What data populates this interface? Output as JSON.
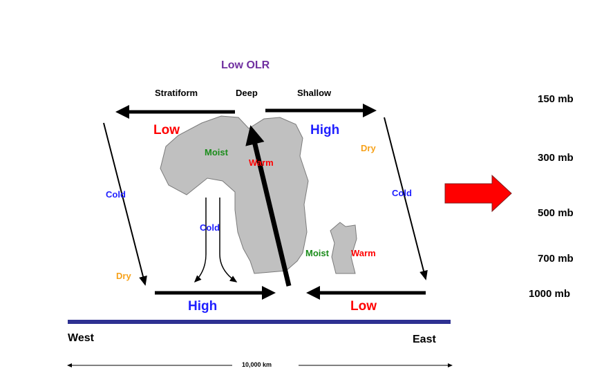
{
  "title": "Low OLR",
  "headers": {
    "stratiform": "Stratiform",
    "deep": "Deep",
    "shallow": "Shallow"
  },
  "upper": {
    "low": "Low",
    "high": "High"
  },
  "lower": {
    "high": "High",
    "low": "Low"
  },
  "cloud_labels": {
    "moist_upper": "Moist",
    "warm_upper": "Warm",
    "moist_lower": "Moist",
    "warm_lower": "Warm"
  },
  "side_labels": {
    "cold_left": "Cold",
    "cold_downdraft": "Cold",
    "cold_right": "Cold",
    "dry_left": "Dry",
    "dry_right": "Dry"
  },
  "pressure_levels": [
    "150 mb",
    "300 mb",
    "500 mb",
    "700 mb",
    "1000 mb"
  ],
  "directions": {
    "west": "West",
    "east": "East"
  },
  "scale": "10,000 km",
  "colors": {
    "title": "#7030a0",
    "low": "#ff0000",
    "high": "#1f1fff",
    "moist": "#1a8c1a",
    "warm": "#ff0000",
    "cold": "#1f1fff",
    "dry": "#f7a21b",
    "ground": "#2e3192",
    "cloud": "#c0c0c0",
    "propagation_arrow": "#ff0000"
  },
  "icons": {
    "propagation": "right-arrow-icon"
  }
}
